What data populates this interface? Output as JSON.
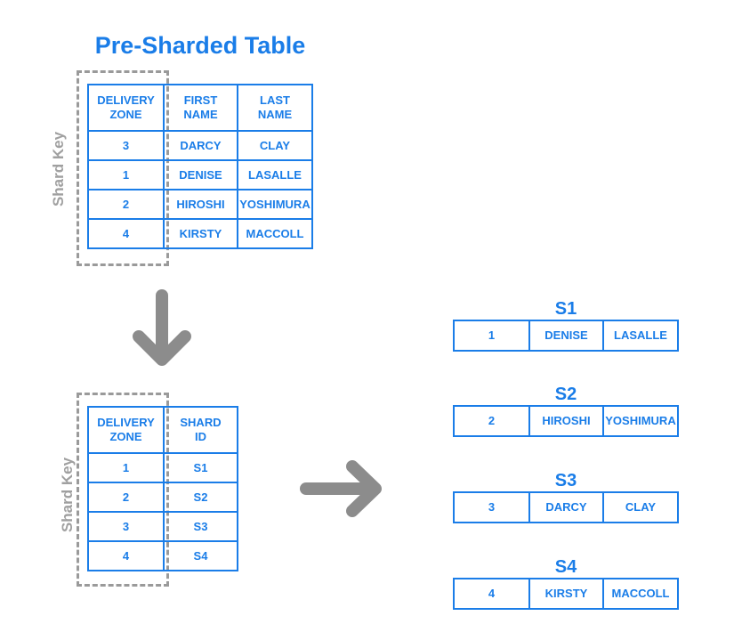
{
  "title": "Pre-Sharded Table",
  "shard_key_label": "Shard Key",
  "pre_table": {
    "headers": [
      "DELIVERY\nZONE",
      "FIRST\nNAME",
      "LAST\nNAME"
    ],
    "rows": [
      [
        "3",
        "DARCY",
        "CLAY"
      ],
      [
        "1",
        "DENISE",
        "LASALLE"
      ],
      [
        "2",
        "HIROSHI",
        "YOSHIMURA"
      ],
      [
        "4",
        "KIRSTY",
        "MACCOLL"
      ]
    ]
  },
  "lookup_table": {
    "headers": [
      "DELIVERY\nZONE",
      "SHARD\nID"
    ],
    "rows": [
      [
        "1",
        "S1"
      ],
      [
        "2",
        "S2"
      ],
      [
        "3",
        "S3"
      ],
      [
        "4",
        "S4"
      ]
    ]
  },
  "shards": [
    {
      "label": "S1",
      "row": [
        "1",
        "DENISE",
        "LASALLE"
      ]
    },
    {
      "label": "S2",
      "row": [
        "2",
        "HIROSHI",
        "YOSHIMURA"
      ]
    },
    {
      "label": "S3",
      "row": [
        "3",
        "DARCY",
        "CLAY"
      ]
    },
    {
      "label": "S4",
      "row": [
        "4",
        "KIRSTY",
        "MACCOLL"
      ]
    }
  ],
  "colors": {
    "accent": "#1a7de8",
    "arrow": "#8c8c8c",
    "dashed": "#9a9a9a"
  }
}
